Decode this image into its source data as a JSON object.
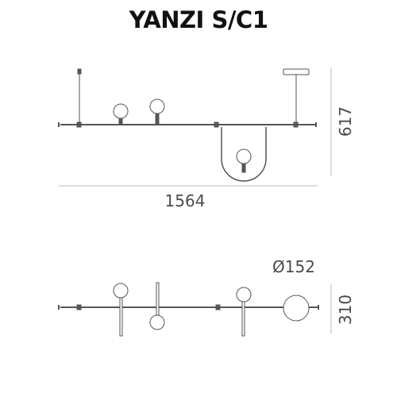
{
  "title": "YANZI S/C1",
  "dimensions": {
    "width": "1564",
    "height": "617",
    "diameter": "Ø152",
    "depth": "310"
  },
  "colors": {
    "line": "#555555",
    "dim_line": "#b8b8b8",
    "text": "#4a4a4a",
    "title": "#111111"
  }
}
